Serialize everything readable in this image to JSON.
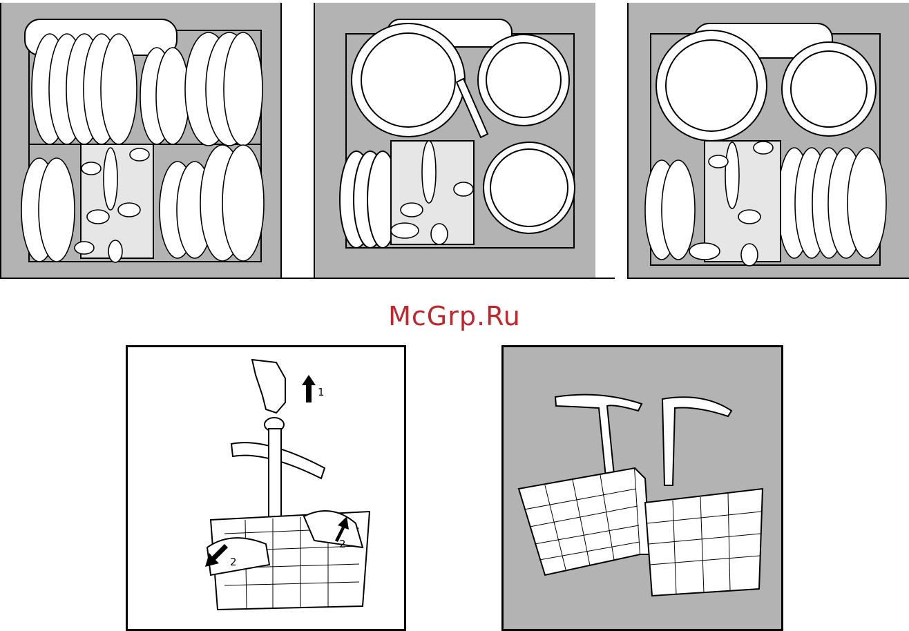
{
  "watermark": {
    "text": "McGrp.Ru",
    "color": "#c0272d"
  },
  "colors": {
    "panel_gray": "#b3b3b3",
    "line": "#000000",
    "fill": "#ffffff"
  },
  "figures": [
    {
      "id": "rack-plates-cutlery",
      "icon": "dishwasher-rack-plates-icon"
    },
    {
      "id": "rack-pans-cutlery",
      "icon": "dishwasher-rack-pans-icon"
    },
    {
      "id": "rack-pan-plates-cutlery",
      "icon": "dishwasher-rack-mixed-icon"
    },
    {
      "id": "cutlery-basket-removal",
      "icon": "cutlery-basket-hand-icon",
      "steps": {
        "lift": "1",
        "separate_left": "2",
        "separate_right": "2"
      }
    },
    {
      "id": "cutlery-baskets-split",
      "icon": "cutlery-baskets-icon"
    }
  ]
}
